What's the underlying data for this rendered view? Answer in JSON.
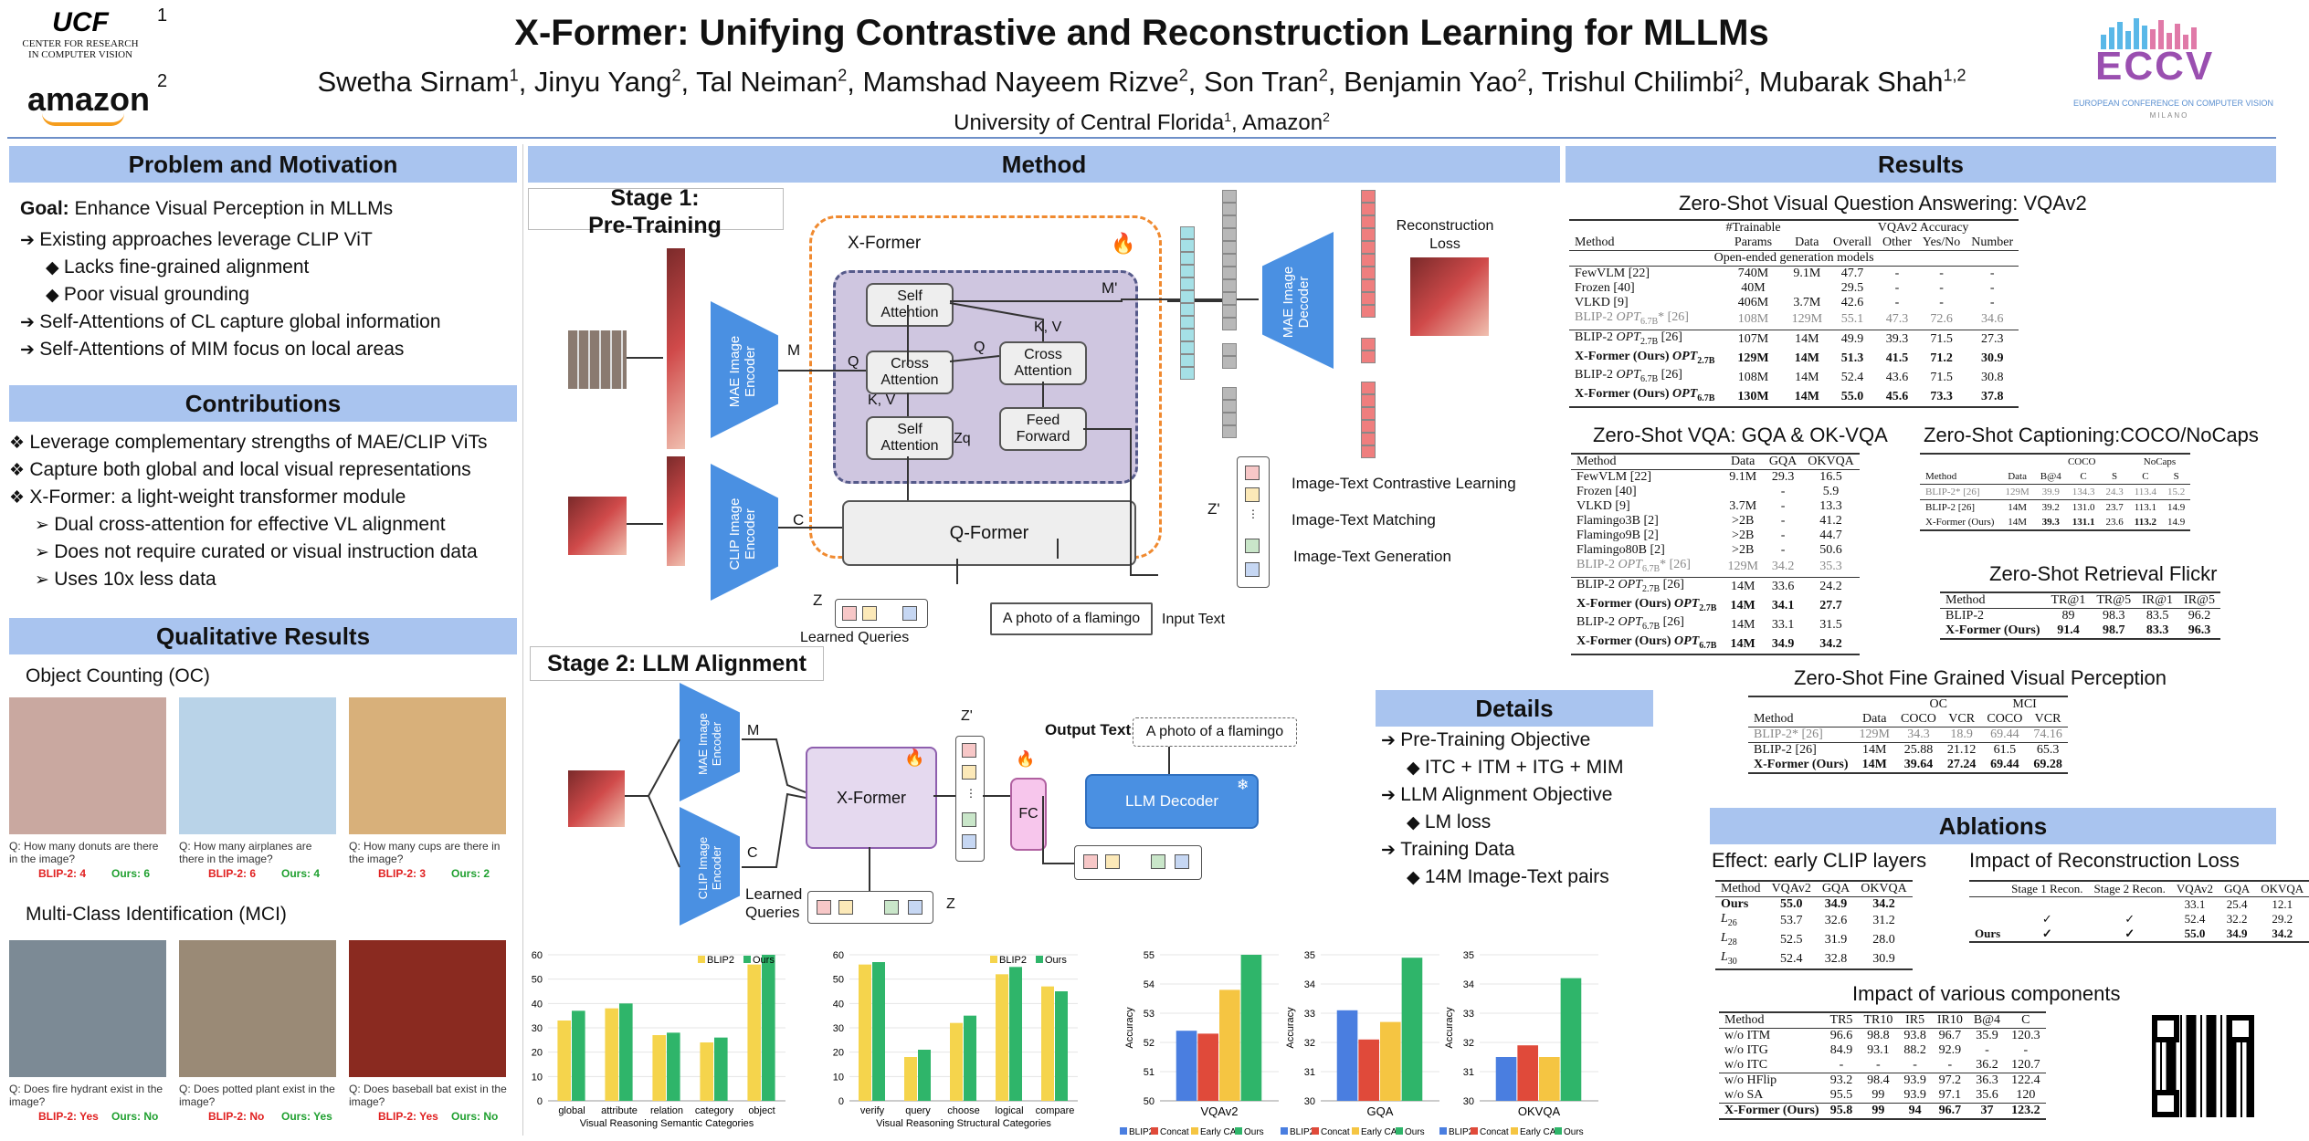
{
  "header": {
    "title": "X-Former: Unifying Contrastive and Reconstruction Learning for MLLMs",
    "authors": [
      {
        "name": "Swetha Sirnam",
        "sup": "1"
      },
      {
        "name": "Jinyu Yang",
        "sup": "2"
      },
      {
        "name": "Tal Neiman",
        "sup": "2"
      },
      {
        "name": "Mamshad Nayeem Rizve",
        "sup": "2"
      },
      {
        "name": "Son Tran",
        "sup": "2"
      },
      {
        "name": "Benjamin Yao",
        "sup": "2"
      },
      {
        "name": "Trishul Chilimbi",
        "sup": "2"
      },
      {
        "name": "Mubarak Shah",
        "sup": "1,2"
      }
    ],
    "affil1": "University of Central Florida",
    "affil1_sup": "1",
    "affil2": "Amazon",
    "affil2_sup": "2",
    "logo_ucf": "UCF",
    "logo_ucf_sub": "CENTER FOR RESEARCH IN COMPUTER VISION",
    "logo_ucf_num": "1",
    "logo_amazon": "amazon",
    "logo_amazon_num": "2",
    "logo_eccv": "ECCV",
    "logo_eccv_sub": "EUROPEAN CONFERENCE ON COMPUTER VISION",
    "logo_eccv_city": "MILANO"
  },
  "problem": {
    "heading": "Problem and Motivation",
    "goal_label": "Goal:",
    "goal_text": " Enhance Visual Perception in MLLMs",
    "lines": [
      {
        "mark": "➔",
        "text": "Existing approaches leverage CLIP ViT",
        "indent": 0
      },
      {
        "mark": "◆",
        "text": "Lacks fine-grained alignment",
        "indent": 1
      },
      {
        "mark": "◆",
        "text": "Poor visual grounding",
        "indent": 1
      },
      {
        "mark": "➔",
        "text": "Self-Attentions of CL capture global information",
        "indent": 0
      },
      {
        "mark": "➔",
        "text": "Self-Attentions of MIM focus on local areas",
        "indent": 0
      }
    ]
  },
  "contrib": {
    "heading": "Contributions",
    "lines": [
      {
        "mark": "❖",
        "text": "Leverage complementary strengths of MAE/CLIP ViTs",
        "indent": 0
      },
      {
        "mark": "❖",
        "text": "Capture both global and local visual representations",
        "indent": 0
      },
      {
        "mark": "❖",
        "text": "X-Former: a light-weight transformer module",
        "indent": 0
      },
      {
        "mark": "➢",
        "text": "Dual cross-attention for effective VL alignment",
        "indent": 1
      },
      {
        "mark": "➢",
        "text": "Does not require curated or visual instruction data",
        "indent": 1
      },
      {
        "mark": "➢",
        "text": "Uses 10x less data",
        "indent": 1
      }
    ]
  },
  "qual": {
    "heading": "Qualitative Results",
    "oc_title": "Object Counting (OC)",
    "mci_title": "Multi-Class Identification (MCI)",
    "oc": [
      {
        "q": "Q: How many donuts are there in the image?",
        "blip": "BLIP-2: 4",
        "ours": "Ours: 6",
        "color": "#c9a8a0"
      },
      {
        "q": "Q: How many airplanes are there in the image?",
        "blip": "BLIP-2: 6",
        "ours": "Ours: 4",
        "color": "#b9d3e8"
      },
      {
        "q": "Q: How many cups are there in the image?",
        "blip": "BLIP-2: 3",
        "ours": "Ours: 2",
        "color": "#d8b07a"
      }
    ],
    "mci": [
      {
        "q": "Q: Does fire hydrant exist in the image?",
        "blip": "BLIP-2: Yes",
        "ours": "Ours: No",
        "color": "#7c8a95"
      },
      {
        "q": "Q: Does potted plant exist in the image?",
        "blip": "BLIP-2: No",
        "ours": "Ours: Yes",
        "color": "#9a8a76"
      },
      {
        "q": "Q: Does baseball bat exist in the image?",
        "blip": "BLIP-2: Yes",
        "ours": "Ours: No",
        "color": "#8a2a20"
      }
    ]
  },
  "method": {
    "heading": "Method",
    "stage1": "Stage 1:",
    "stage1b": "Pre-Training",
    "xformer": "X-Former",
    "self_attn": "Self Attention",
    "cross_attn": "Cross Attention",
    "cross_attn2": "Cross Attention",
    "self_attn2": "Self Attention",
    "feed_fwd": "Feed Forward",
    "qformer": "Q-Former",
    "mae_enc": "MAE Image Encoder",
    "clip_enc": "CLIP Image Encoder",
    "mae_dec": "MAE Image Decoder",
    "recon_loss": "Reconstruction Loss",
    "lbl_m": "M",
    "lbl_c": "C",
    "lbl_q": "Q",
    "lbl_q2": "Q",
    "lbl_kv": "K, V",
    "lbl_kv2": "K, V",
    "lbl_mprime": "M'",
    "lbl_zq": "Zq",
    "lbl_zprime": "Z'",
    "lbl_z": "Z",
    "learned_queries": "Learned Queries",
    "input_text_box": "A photo of a flamingo",
    "input_text": "Input Text",
    "itc": "Image-Text Contrastive Learning",
    "itm": "Image-Text Matching",
    "itg": "Image-Text Generation",
    "stage2": "Stage 2: LLM Alignment",
    "s2_mae": "MAE Image Encoder",
    "s2_clip": "CLIP Image Encoder",
    "s2_xformer": "X-Former",
    "s2_fc": "FC",
    "s2_llm": "LLM Decoder",
    "s2_m": "M",
    "s2_c": "C",
    "s2_zprime": "Z'",
    "s2_z": "Z",
    "s2_output": "Output Text:",
    "s2_output_box": "A photo of a flamingo",
    "s2_learned": "Learned Queries"
  },
  "details": {
    "heading": "Details",
    "lines": [
      {
        "mark": "➔",
        "text": "Pre-Training Objective",
        "indent": 0
      },
      {
        "mark": "◆",
        "text": "ITC + ITM + ITG + MIM",
        "indent": 1
      },
      {
        "mark": "➔",
        "text": "LLM Alignment Objective",
        "indent": 0
      },
      {
        "mark": "◆",
        "text": "LM loss",
        "indent": 1
      },
      {
        "mark": "➔",
        "text": "Training Data",
        "indent": 0
      },
      {
        "mark": "◆",
        "text": "14M Image-Text pairs",
        "indent": 1
      }
    ]
  },
  "results": {
    "heading": "Results",
    "vqa_title": "Zero-Shot  Visual Question Answering: VQAv2",
    "vqa_head1": [
      "",
      "#Trainable",
      "",
      "VQAv2 Accuracy"
    ],
    "vqa_head2": [
      "Method",
      "Params",
      "Data",
      "Overall",
      "Other",
      "Yes/No",
      "Number"
    ],
    "vqa_sub": "Open-ended generation models",
    "vqa_rows": [
      {
        "c": [
          "FewVLM [22]",
          "740M",
          "9.1M",
          "47.7",
          "-",
          "-",
          "-"
        ],
        "s": "",
        "sep": false
      },
      {
        "c": [
          "Frozen [40]",
          "40M",
          "",
          "29.5",
          "-",
          "-",
          "-"
        ],
        "s": "",
        "sep": false
      },
      {
        "c": [
          "VLKD [9]",
          "406M",
          "3.7M",
          "42.6",
          "-",
          "-",
          "-"
        ],
        "s": "",
        "sep": false
      },
      {
        "c": [
          "BLIP-2 OPT6.7B* [26]",
          "108M",
          "129M",
          "55.1",
          "47.3",
          "72.6",
          "34.6"
        ],
        "s": "gray",
        "sep": false
      },
      {
        "c": [
          "BLIP-2 OPT2.7B [26]",
          "107M",
          "14M",
          "49.9",
          "39.3",
          "71.5",
          "27.3"
        ],
        "s": "",
        "sep": true
      },
      {
        "c": [
          "X-Former (Ours) OPT2.7B",
          "129M",
          "14M",
          "51.3",
          "41.5",
          "71.2",
          "30.9"
        ],
        "s": "b",
        "sep": false
      },
      {
        "c": [
          "BLIP-2 OPT6.7B [26]",
          "108M",
          "14M",
          "52.4",
          "43.6",
          "71.5",
          "30.8"
        ],
        "s": "",
        "sep": false
      },
      {
        "c": [
          "X-Former (Ours) OPT6.7B",
          "130M",
          "14M",
          "55.0",
          "45.6",
          "73.3",
          "37.8"
        ],
        "s": "b",
        "sep": false
      }
    ],
    "gqa_title": "Zero-Shot VQA: GQA & OK-VQA",
    "gqa_head": [
      "Method",
      "Data",
      "GQA",
      "OKVQA"
    ],
    "gqa_rows": [
      {
        "c": [
          "FewVLM [22]",
          "9.1M",
          "29.3",
          "16.5"
        ],
        "s": "",
        "sep": false
      },
      {
        "c": [
          "Frozen [40]",
          "",
          "-",
          "5.9"
        ],
        "s": "",
        "sep": false
      },
      {
        "c": [
          "VLKD [9]",
          "3.7M",
          "-",
          "13.3"
        ],
        "s": "",
        "sep": false
      },
      {
        "c": [
          "Flamingo3B [2]",
          ">2B",
          "-",
          "41.2"
        ],
        "s": "",
        "sep": false
      },
      {
        "c": [
          "Flamingo9B [2]",
          ">2B",
          "-",
          "44.7"
        ],
        "s": "",
        "sep": false
      },
      {
        "c": [
          "Flamingo80B [2]",
          ">2B",
          "-",
          "50.6"
        ],
        "s": "",
        "sep": false
      },
      {
        "c": [
          "BLIP-2 OPT6.7B* [26]",
          "129M",
          "34.2",
          "35.3"
        ],
        "s": "gray",
        "sep": false
      },
      {
        "c": [
          "BLIP-2 OPT2.7B [26]",
          "14M",
          "33.6",
          "24.2"
        ],
        "s": "",
        "sep": true
      },
      {
        "c": [
          "X-Former (Ours) OPT2.7B",
          "14M",
          "34.1",
          "27.7"
        ],
        "s": "b",
        "sep": false
      },
      {
        "c": [
          "BLIP-2 OPT6.7B [26]",
          "14M",
          "33.1",
          "31.5"
        ],
        "s": "",
        "sep": false
      },
      {
        "c": [
          "X-Former (Ours) OPT6.7B",
          "14M",
          "34.9",
          "34.2"
        ],
        "s": "b",
        "sep": false
      }
    ],
    "cap_title": "Zero-Shot Captioning:COCO/NoCaps",
    "cap_head1": [
      "",
      "",
      "COCO",
      "NoCaps"
    ],
    "cap_head2": [
      "Method",
      "Data",
      "B@4",
      "C",
      "S",
      "C",
      "S"
    ],
    "cap_rows": [
      {
        "c": [
          "BLIP-2* [26]",
          "129M",
          "39.9",
          "134.3",
          "24.3",
          "113.4",
          "15.2"
        ],
        "s": "gray",
        "sep": false
      },
      {
        "c": [
          "BLIP-2 [26]",
          "14M",
          "39.2",
          "131.0",
          "23.7",
          "113.1",
          "14.9"
        ],
        "s": "",
        "sep": true
      },
      {
        "c": [
          "X-Former (Ours)",
          "14M",
          "39.3",
          "131.1",
          "23.6",
          "113.2",
          "14.9"
        ],
        "s": "mix",
        "sep": false
      }
    ],
    "ret_title": "Zero-Shot Retrieval Flickr",
    "ret_head": [
      "Method",
      "TR@1",
      "TR@5",
      "IR@1",
      "IR@5"
    ],
    "ret_rows": [
      {
        "c": [
          "BLIP-2",
          "89",
          "98.3",
          "83.5",
          "96.2"
        ],
        "s": "",
        "sep": false
      },
      {
        "c": [
          "X-Former (Ours)",
          "91.4",
          "98.7",
          "83.3",
          "96.3"
        ],
        "s": "b",
        "sep": false
      }
    ],
    "fg_title": "Zero-Shot Fine Grained Visual Perception",
    "fg_head1": [
      "",
      "",
      "OC",
      "MCI"
    ],
    "fg_head2": [
      "Method",
      "Data",
      "COCO",
      "VCR",
      "COCO",
      "VCR"
    ],
    "fg_rows": [
      {
        "c": [
          "BLIP-2* [26]",
          "129M",
          "34.3",
          "18.9",
          "69.44",
          "74.16"
        ],
        "s": "gray",
        "sep": false
      },
      {
        "c": [
          "BLIP-2 [26]",
          "14M",
          "25.88",
          "21.12",
          "61.5",
          "65.3"
        ],
        "s": "",
        "sep": true
      },
      {
        "c": [
          "X-Former (Ours)",
          "14M",
          "39.64",
          "27.24",
          "69.44",
          "69.28"
        ],
        "s": "b",
        "sep": false
      }
    ]
  },
  "ablations": {
    "heading": "Ablations",
    "clip_title": "Effect: early CLIP layers",
    "clip_head": [
      "Method",
      "VQAv2",
      "GQA",
      "OKVQA"
    ],
    "clip_rows": [
      {
        "c": [
          "Ours",
          "55.0",
          "34.9",
          "34.2"
        ],
        "s": "b",
        "sep": false
      },
      {
        "c": [
          "L26",
          "53.7",
          "32.6",
          "31.2"
        ],
        "s": "",
        "sep": false
      },
      {
        "c": [
          "L28",
          "52.5",
          "31.9",
          "28.0"
        ],
        "s": "",
        "sep": false
      },
      {
        "c": [
          "L30",
          "52.4",
          "32.8",
          "30.9"
        ],
        "s": "",
        "sep": false
      }
    ],
    "recon_title": "Impact of Reconstruction Loss",
    "recon_head": [
      "Stage 1 Recon.",
      "Stage 2 Recon.",
      "VQAv2",
      "GQA",
      "OKVQA"
    ],
    "recon_rows": [
      {
        "c": [
          "",
          "",
          "",
          "33.1",
          "25.4",
          "12.1"
        ],
        "s": "",
        "sep": false
      },
      {
        "c": [
          "",
          "✓",
          "✓",
          "52.4",
          "32.2",
          "29.2"
        ],
        "s": "",
        "sep": false
      },
      {
        "c": [
          "Ours",
          "✓",
          "✓",
          "55.0",
          "34.9",
          "34.2"
        ],
        "s": "b",
        "sep": false
      }
    ],
    "comp_title": "Impact of various components",
    "comp_head": [
      "Method",
      "TR5",
      "TR10",
      "IR5",
      "IR10",
      "B@4",
      "C"
    ],
    "comp_rows": [
      {
        "c": [
          "w/o ITM",
          "96.6",
          "98.8",
          "93.8",
          "96.7",
          "35.9",
          "120.3"
        ],
        "s": "",
        "sep": false
      },
      {
        "c": [
          "w/o ITG",
          "84.9",
          "93.1",
          "88.2",
          "92.9",
          "-",
          "-"
        ],
        "s": "",
        "sep": false
      },
      {
        "c": [
          "w/o ITC",
          "-",
          "-",
          "-",
          "-",
          "36.2",
          "120.7"
        ],
        "s": "",
        "sep": false
      },
      {
        "c": [
          "w/o HFlip",
          "93.2",
          "98.4",
          "93.9",
          "97.2",
          "36.3",
          "122.4"
        ],
        "s": "",
        "sep": true
      },
      {
        "c": [
          "w/o SA",
          "95.5",
          "99",
          "93.9",
          "97.1",
          "35.6",
          "120"
        ],
        "s": "",
        "sep": false
      },
      {
        "c": [
          "X-Former (Ours)",
          "95.8",
          "99",
          "94",
          "96.7",
          "37",
          "123.2"
        ],
        "s": "b",
        "sep": true
      }
    ]
  },
  "chart_data": [
    {
      "type": "bar",
      "ylabel": "",
      "xlabel": "Visual Reasoning Semantic Categories",
      "ylim": [
        0,
        60
      ],
      "yticks": [
        0,
        10,
        20,
        30,
        40,
        50,
        60
      ],
      "categories": [
        "global",
        "attribute",
        "relation",
        "category",
        "object"
      ],
      "series": [
        {
          "name": "BLIP2",
          "color": "#f5d44c",
          "values": [
            33,
            38,
            27,
            24,
            56
          ]
        },
        {
          "name": "Ours",
          "color": "#2fb56a",
          "values": [
            37,
            40,
            28,
            26,
            60
          ]
        }
      ],
      "legend": "top-right"
    },
    {
      "type": "bar",
      "ylabel": "",
      "xlabel": "Visual Reasoning Structural Categories",
      "ylim": [
        0,
        60
      ],
      "yticks": [
        0,
        10,
        20,
        30,
        40,
        50,
        60
      ],
      "categories": [
        "verify",
        "query",
        "choose",
        "logical",
        "compare"
      ],
      "series": [
        {
          "name": "BLIP2",
          "color": "#f5d44c",
          "values": [
            56,
            18,
            32,
            52,
            47
          ]
        },
        {
          "name": "Ours",
          "color": "#2fb56a",
          "values": [
            57,
            21,
            35,
            55,
            45
          ]
        }
      ],
      "legend": "top-right"
    },
    {
      "type": "bar",
      "ylabel": "Accuracy",
      "xlabel": "VQAv2",
      "ylim": [
        50,
        55
      ],
      "yticks": [
        50,
        51,
        52,
        53,
        54,
        55
      ],
      "categories": [
        "VQAv2"
      ],
      "series": [
        {
          "name": "BLIP2",
          "color": "#4a7ee0",
          "values": [
            52.4
          ]
        },
        {
          "name": "Concat",
          "color": "#e04a3a",
          "values": [
            52.3
          ]
        },
        {
          "name": "Early CA",
          "color": "#f5c542",
          "values": [
            53.8
          ]
        },
        {
          "name": "Ours",
          "color": "#2fb56a",
          "values": [
            55.0
          ]
        }
      ],
      "legend": "bottom"
    },
    {
      "type": "bar",
      "ylabel": "Accuracy",
      "xlabel": "GQA",
      "ylim": [
        30,
        35
      ],
      "yticks": [
        30,
        31,
        32,
        33,
        34,
        35
      ],
      "categories": [
        "GQA"
      ],
      "series": [
        {
          "name": "BLIP2",
          "color": "#4a7ee0",
          "values": [
            33.1
          ]
        },
        {
          "name": "Concat",
          "color": "#e04a3a",
          "values": [
            32.1
          ]
        },
        {
          "name": "Early CA",
          "color": "#f5c542",
          "values": [
            32.7
          ]
        },
        {
          "name": "Ours",
          "color": "#2fb56a",
          "values": [
            34.9
          ]
        }
      ],
      "legend": "bottom"
    },
    {
      "type": "bar",
      "ylabel": "Accuracy",
      "xlabel": "OKVQA",
      "ylim": [
        30,
        35
      ],
      "yticks": [
        30,
        31,
        32,
        33,
        34,
        35
      ],
      "categories": [
        "OKVQA"
      ],
      "series": [
        {
          "name": "BLIP2",
          "color": "#4a7ee0",
          "values": [
            31.5
          ]
        },
        {
          "name": "Concat",
          "color": "#e04a3a",
          "values": [
            31.9
          ]
        },
        {
          "name": "Early CA",
          "color": "#f5c542",
          "values": [
            31.5
          ]
        },
        {
          "name": "Ours",
          "color": "#2fb56a",
          "values": [
            34.2
          ]
        }
      ],
      "legend": "bottom"
    }
  ]
}
